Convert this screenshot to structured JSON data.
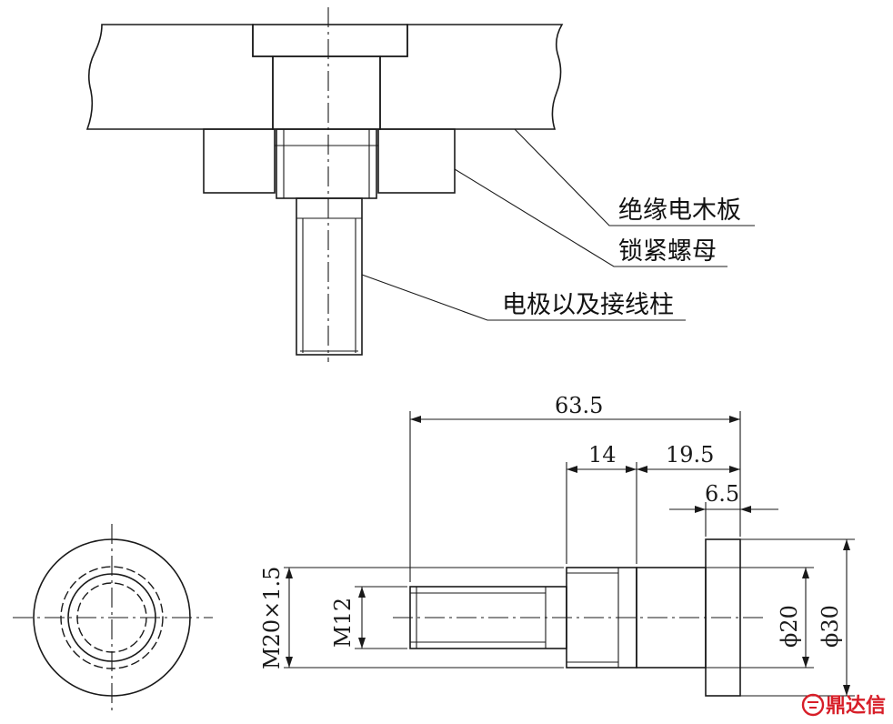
{
  "labels": {
    "board": "绝缘电木板",
    "nut": "锁紧螺母",
    "electrode": "电极以及接线柱"
  },
  "dimensions": {
    "overall": "63.5",
    "collar": "14",
    "right": "19.5",
    "flange": "6.5",
    "thread_major": "M20×1.5",
    "thread_minor": "M12",
    "dia_small": "ϕ20",
    "dia_large": "ϕ30"
  },
  "watermark": {
    "text": "鼎达信",
    "color": "#d71e28"
  }
}
